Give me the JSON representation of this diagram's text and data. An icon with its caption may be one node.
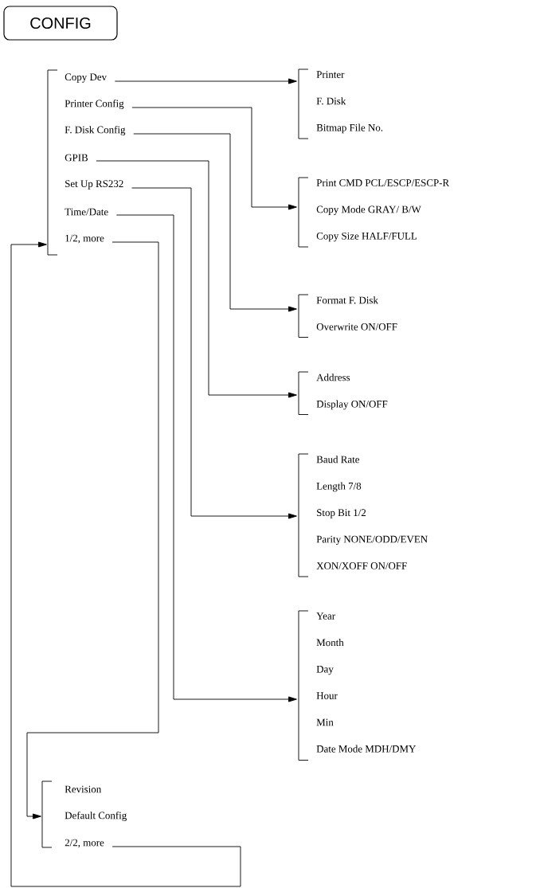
{
  "diagram": {
    "nodes": [
      {
        "text": [
          "CONFIG"
        ]
      },
      {
        "text": [
          "Copy Dev"
        ]
      },
      {
        "text": [
          "Printer Config"
        ]
      },
      {
        "text": [
          "F. Disk Config"
        ]
      },
      {
        "text": [
          "GPIB"
        ]
      },
      {
        "text": [
          "Set Up RS232"
        ]
      },
      {
        "text": [
          "Time/Date"
        ]
      },
      {
        "text": [
          "1/2, more"
        ]
      },
      {
        "text": [
          "Printer",
          "F. Disk",
          "Bitmap File No."
        ]
      },
      {
        "text": [
          "Print CMD PCL/ESCP/ESCP-R",
          "Copy Mode GRAY/ B/W",
          "Copy Size HALF/FULL"
        ]
      },
      {
        "text": [
          "Format F. Disk",
          "Overwrite ON/OFF"
        ]
      },
      {
        "text": [
          "Address",
          "Display ON/OFF"
        ]
      },
      {
        "text": [
          "Baud Rate",
          "Length 7/8",
          "Stop Bit 1/2",
          "Parity NONE/ODD/EVEN",
          "XON/XOFF ON/OFF"
        ]
      },
      {
        "text": [
          "Year",
          "Month",
          "Day",
          "Hour",
          "Min",
          "Date Mode MDH/DMY"
        ]
      },
      {
        "text": [
          "Revision"
        ]
      },
      {
        "text": [
          "Default Config"
        ]
      },
      {
        "text": [
          "2/2, more"
        ]
      }
    ],
    "edges": [
      {
        "from": 1,
        "to": 8,
        "arrow": "to"
      },
      {
        "from": 2,
        "to": 9,
        "arrow": "to"
      },
      {
        "from": 3,
        "to": 10,
        "arrow": "to"
      },
      {
        "from": 4,
        "to": 11,
        "arrow": "to"
      },
      {
        "from": 5,
        "to": 12,
        "arrow": "to"
      },
      {
        "from": 6,
        "to": 13,
        "arrow": "to"
      },
      {
        "from": 7,
        "to": 15,
        "arrow": "to"
      },
      {
        "from": 16,
        "to": 7,
        "arrow": "to"
      }
    ]
  }
}
